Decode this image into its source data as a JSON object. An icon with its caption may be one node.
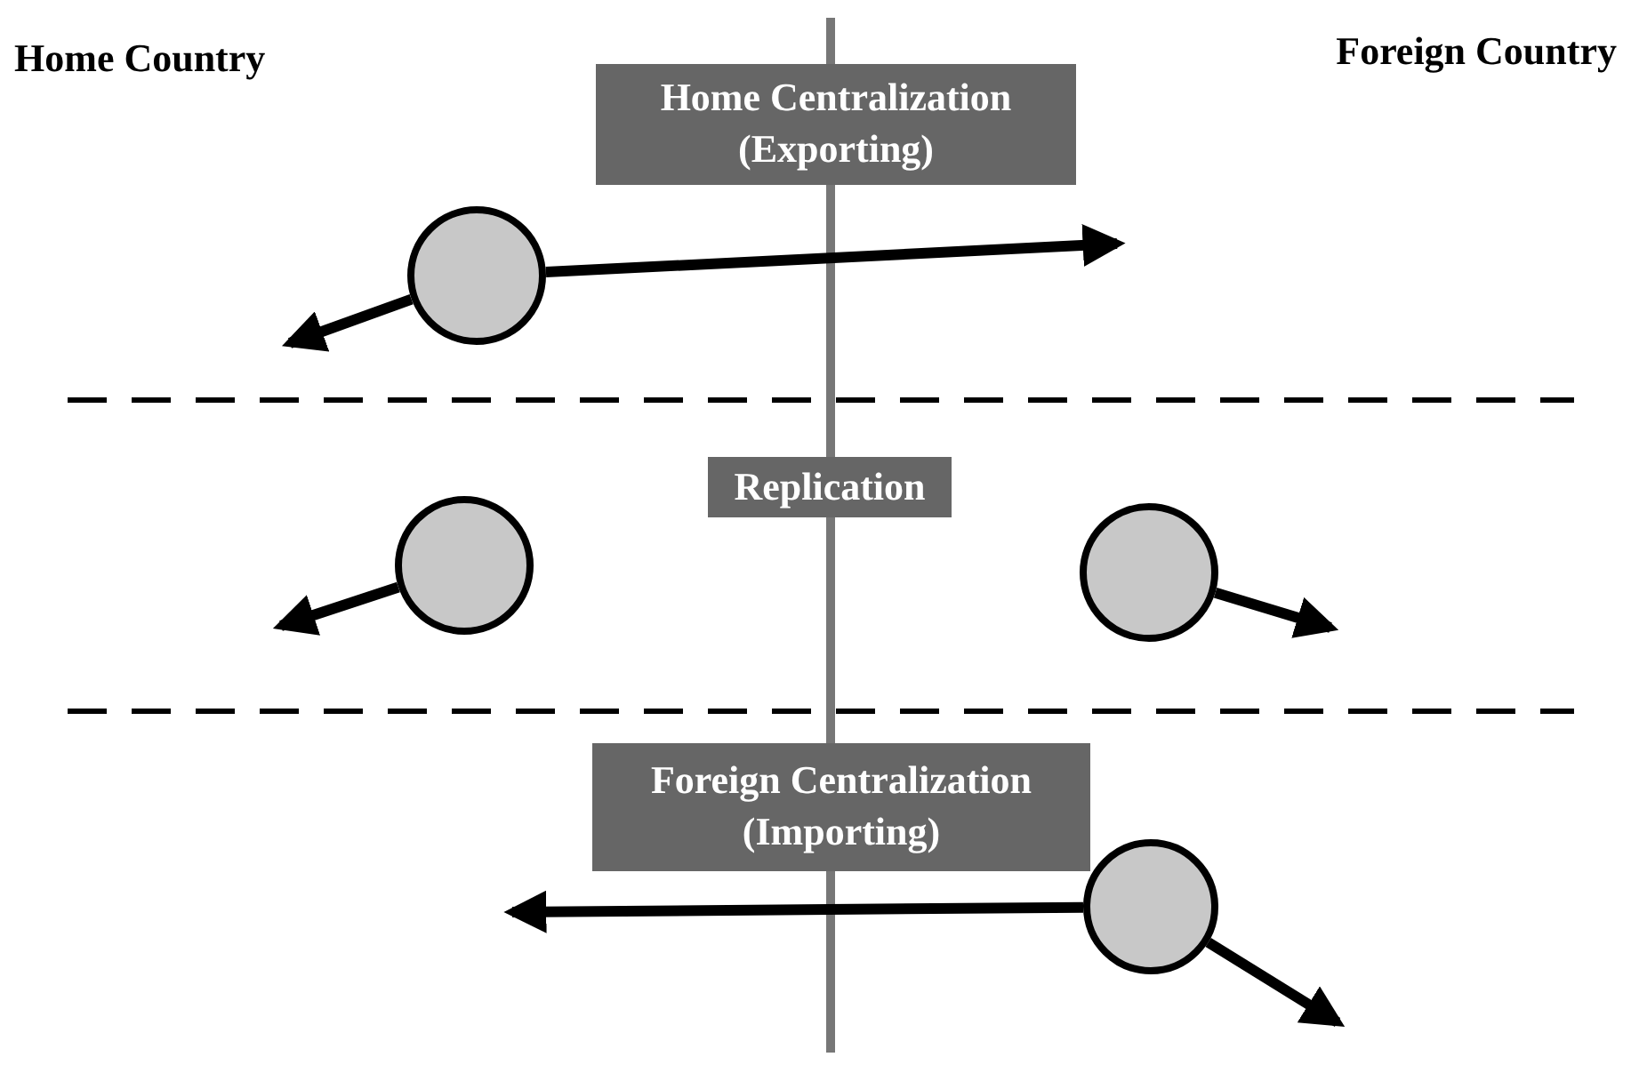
{
  "diagram": {
    "nodes": [
      {
        "text": [
          "Home Centralization (Exporting)"
        ]
      },
      {
        "text": [],
        "shape": "circle"
      },
      {
        "text": [
          "Replication"
        ]
      },
      {
        "text": [],
        "shape": "circle"
      },
      {
        "text": [],
        "shape": "circle"
      },
      {
        "text": [
          "Foreign Centralization (Importing)"
        ]
      },
      {
        "text": [],
        "shape": "circle"
      }
    ],
    "edges": [
      {
        "from": 1,
        "to": null,
        "arrow": "to"
      },
      {
        "from": 1,
        "to": null,
        "arrow": "to"
      },
      {
        "from": 3,
        "to": null,
        "arrow": "to"
      },
      {
        "from": 4,
        "to": null,
        "arrow": "to"
      },
      {
        "from": 6,
        "to": null,
        "arrow": "to"
      },
      {
        "from": 6,
        "to": null,
        "arrow": "to"
      }
    ],
    "labels": [
      "Home Country",
      "Foreign Country"
    ]
  }
}
